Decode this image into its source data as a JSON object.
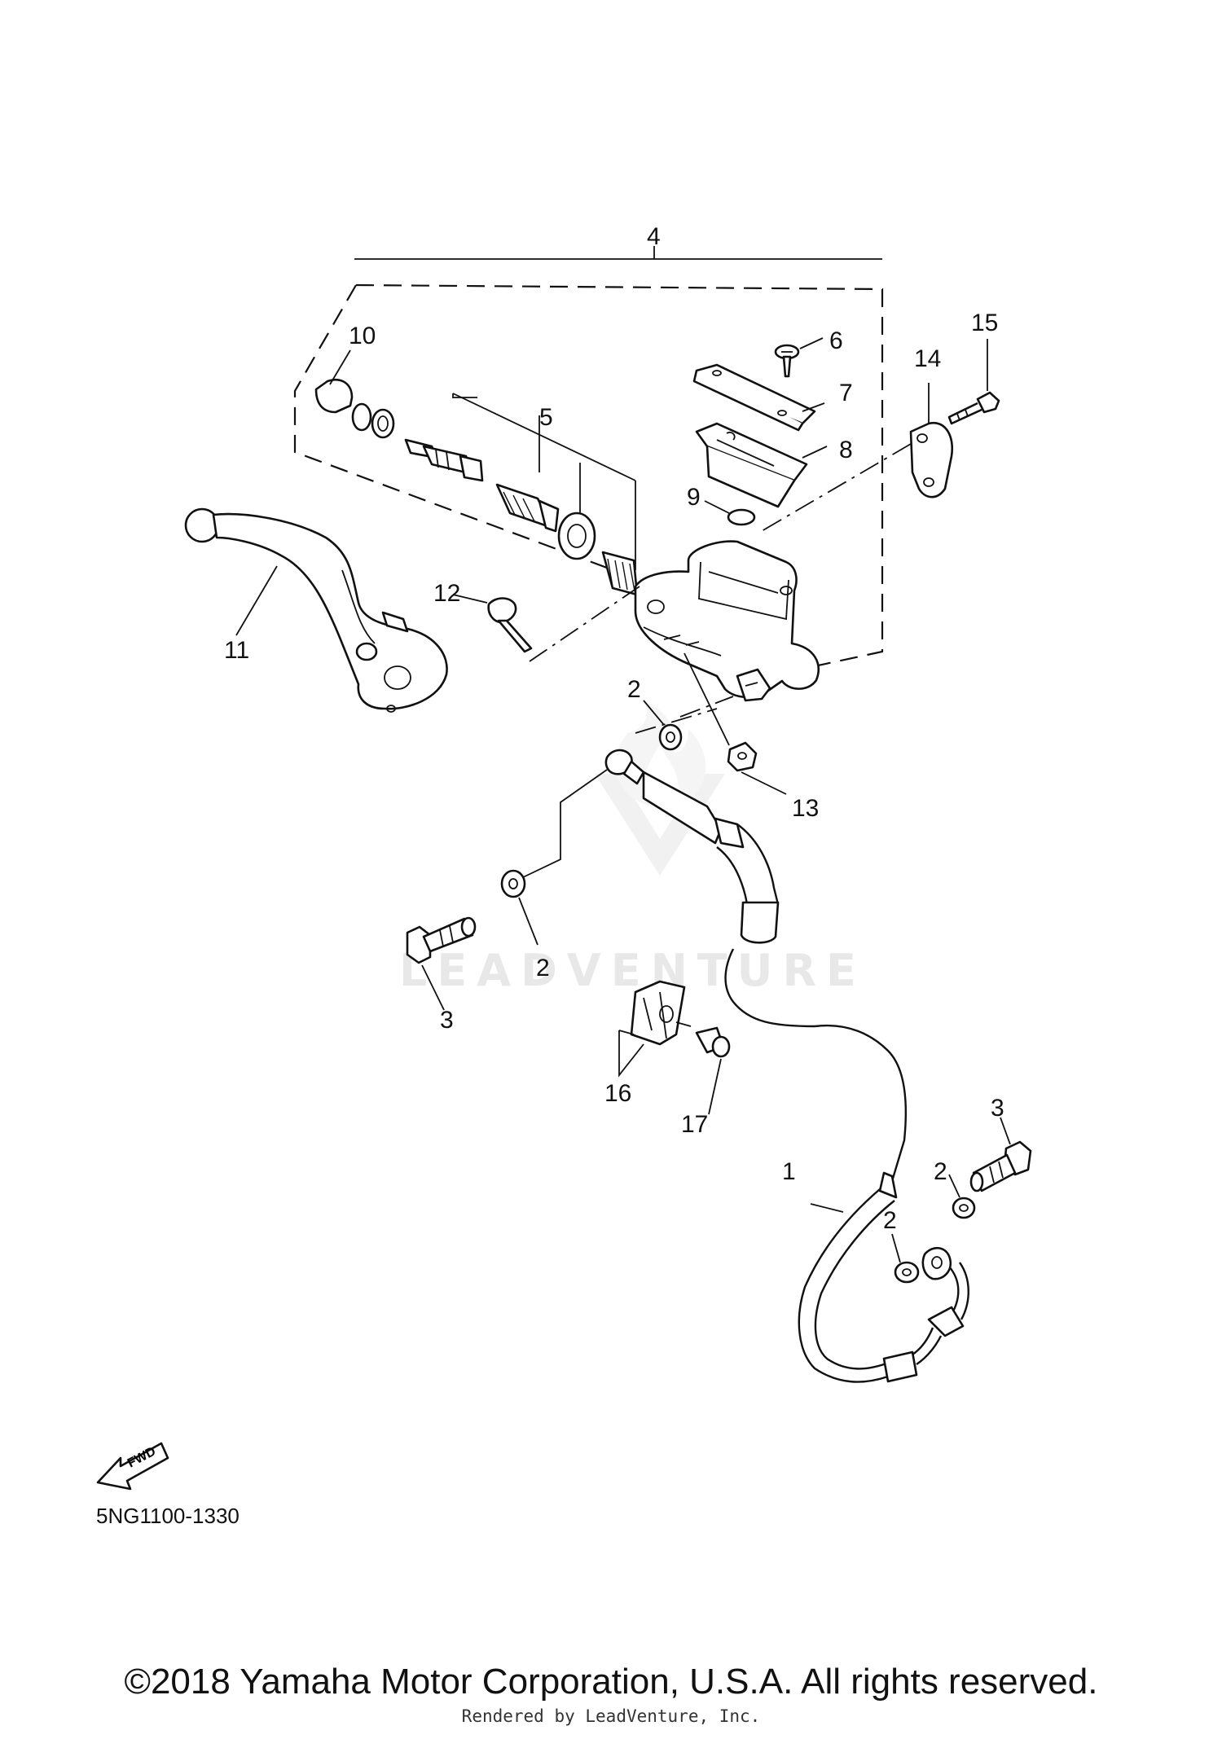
{
  "callouts": [
    {
      "id": "1",
      "label": "1"
    },
    {
      "id": "2a",
      "label": "2"
    },
    {
      "id": "2b",
      "label": "2"
    },
    {
      "id": "2c",
      "label": "2"
    },
    {
      "id": "2d",
      "label": "2"
    },
    {
      "id": "3a",
      "label": "3"
    },
    {
      "id": "3b",
      "label": "3"
    },
    {
      "id": "4",
      "label": "4"
    },
    {
      "id": "5",
      "label": "5"
    },
    {
      "id": "6",
      "label": "6"
    },
    {
      "id": "7",
      "label": "7"
    },
    {
      "id": "8",
      "label": "8"
    },
    {
      "id": "9",
      "label": "9"
    },
    {
      "id": "10",
      "label": "10"
    },
    {
      "id": "11",
      "label": "11"
    },
    {
      "id": "12",
      "label": "12"
    },
    {
      "id": "13",
      "label": "13"
    },
    {
      "id": "14",
      "label": "14"
    },
    {
      "id": "15",
      "label": "15"
    },
    {
      "id": "16",
      "label": "16"
    },
    {
      "id": "17",
      "label": "17"
    }
  ],
  "fwd_label": "FWD",
  "diagram_code": "5NG1100-1330",
  "watermark_text": "LEADVENTURE",
  "copyright": "©2018 Yamaha Motor Corporation, U.S.A. All rights reserved.",
  "rendered_by": "Rendered by LeadVenture, Inc."
}
